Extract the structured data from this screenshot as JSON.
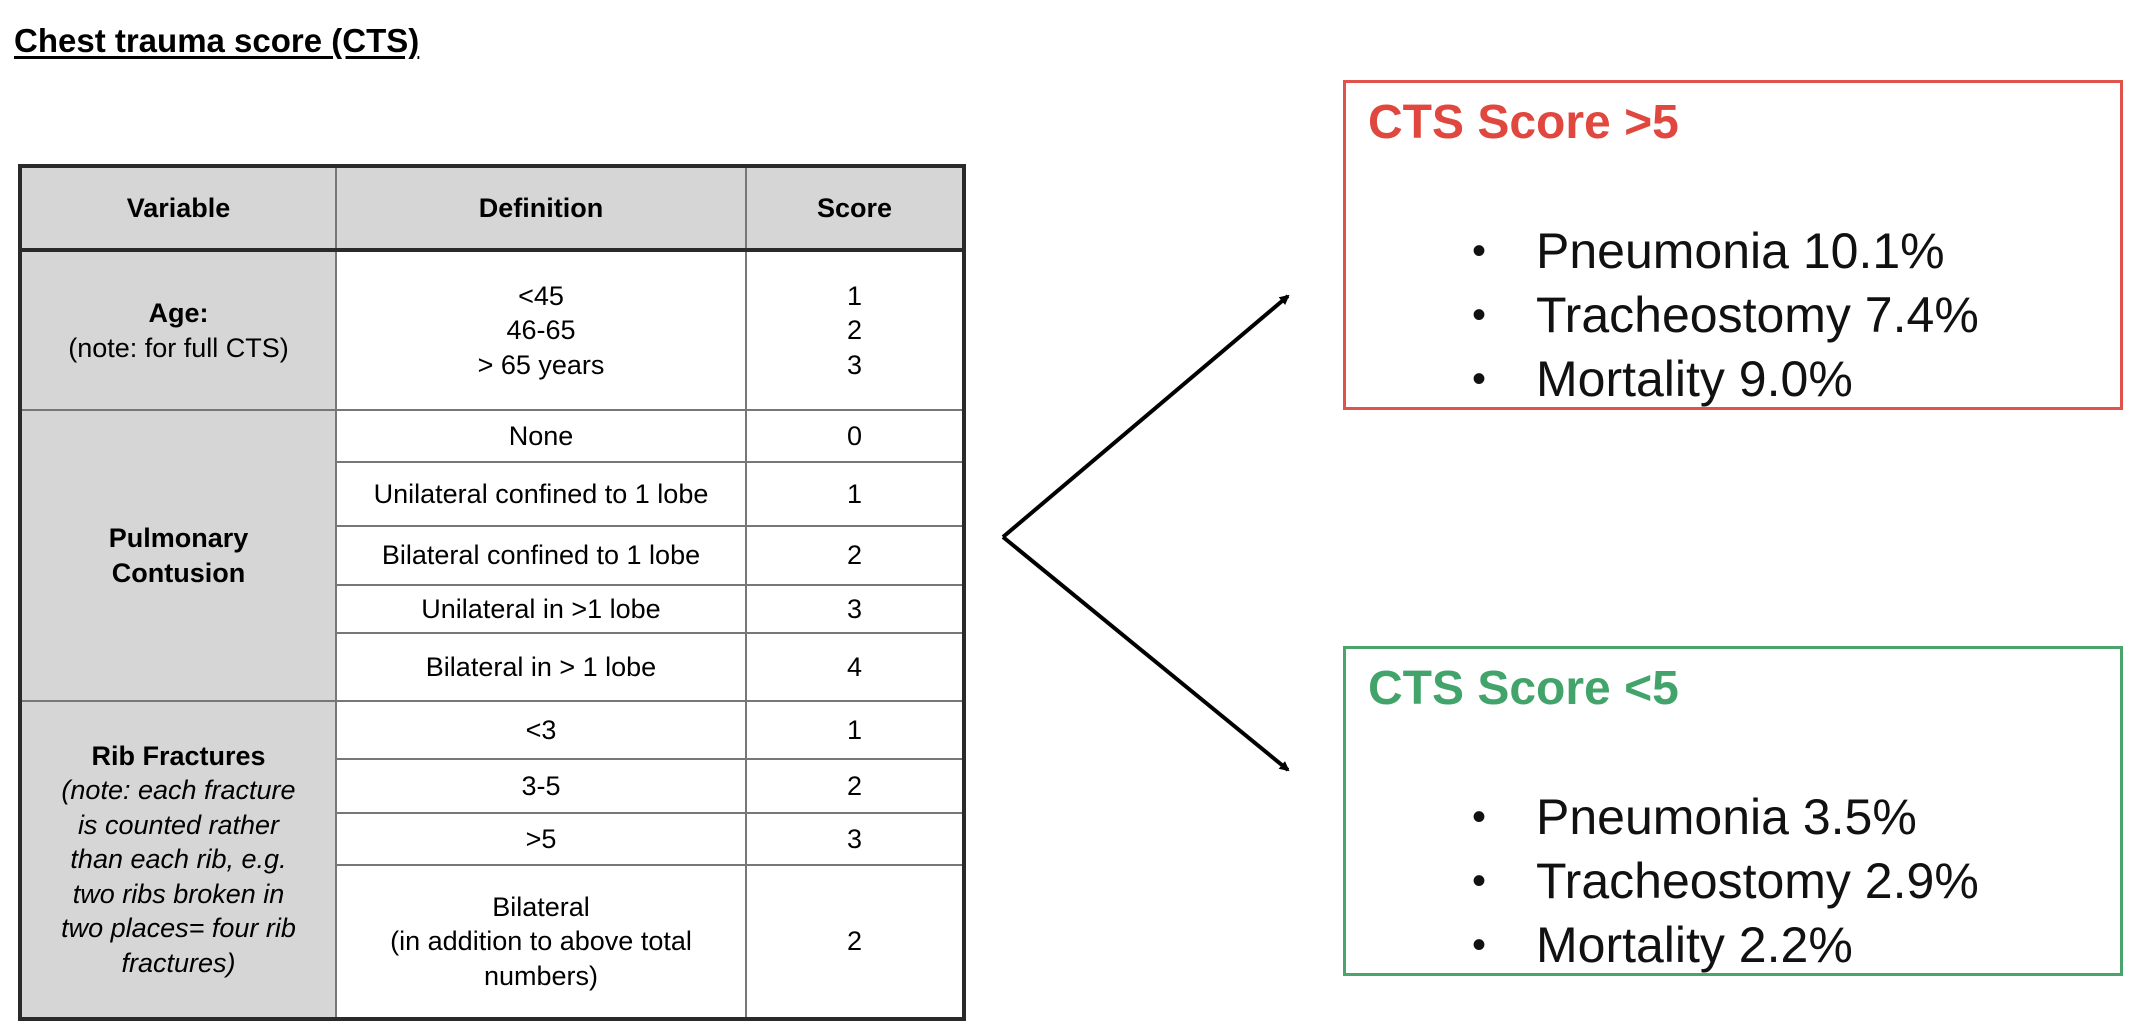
{
  "title": "Chest trauma score (CTS)",
  "table": {
    "headers": {
      "variable": "Variable",
      "definition": "Definition",
      "score": "Score"
    },
    "age": {
      "label": "Age:",
      "note": "(note: for full CTS)",
      "definitions": [
        "<45",
        "46-65",
        "> 65 years"
      ],
      "scores": [
        "1",
        "2",
        "3"
      ]
    },
    "contusion": {
      "label_line1": "Pulmonary",
      "label_line2": "Contusion",
      "rows": [
        {
          "definition": "None",
          "score": "0"
        },
        {
          "definition": "Unilateral confined to 1 lobe",
          "score": "1"
        },
        {
          "definition": "Bilateral confined to 1 lobe",
          "score": "2"
        },
        {
          "definition": "Unilateral in >1 lobe",
          "score": "3"
        },
        {
          "definition": "Bilateral in > 1 lobe",
          "score": "4"
        }
      ]
    },
    "ribs": {
      "label": "Rib Fractures",
      "note_lines": [
        "(note: each fracture",
        "is counted rather",
        "than each rib, e.g.",
        "two ribs broken in",
        "two places= four rib",
        "fractures)"
      ],
      "rows": [
        {
          "definition": "<3",
          "score": "1"
        },
        {
          "definition": "3-5",
          "score": "2"
        },
        {
          "definition": ">5",
          "score": "3"
        }
      ],
      "bilateral": {
        "lines": [
          "Bilateral",
          "(in addition to above total",
          "numbers)"
        ],
        "score": "2"
      }
    }
  },
  "high_box": {
    "title": "CTS Score >5",
    "color": "#e0473e",
    "bullet": "•",
    "items": [
      "Pneumonia 10.1%",
      "Tracheostomy 7.4%",
      "Mortality 9.0%"
    ]
  },
  "low_box": {
    "title": "CTS Score <5",
    "color": "#43a46b",
    "bullet": "•",
    "items": [
      "Pneumonia 3.5%",
      "Tracheostomy 2.9%",
      "Mortality 2.2%"
    ]
  }
}
